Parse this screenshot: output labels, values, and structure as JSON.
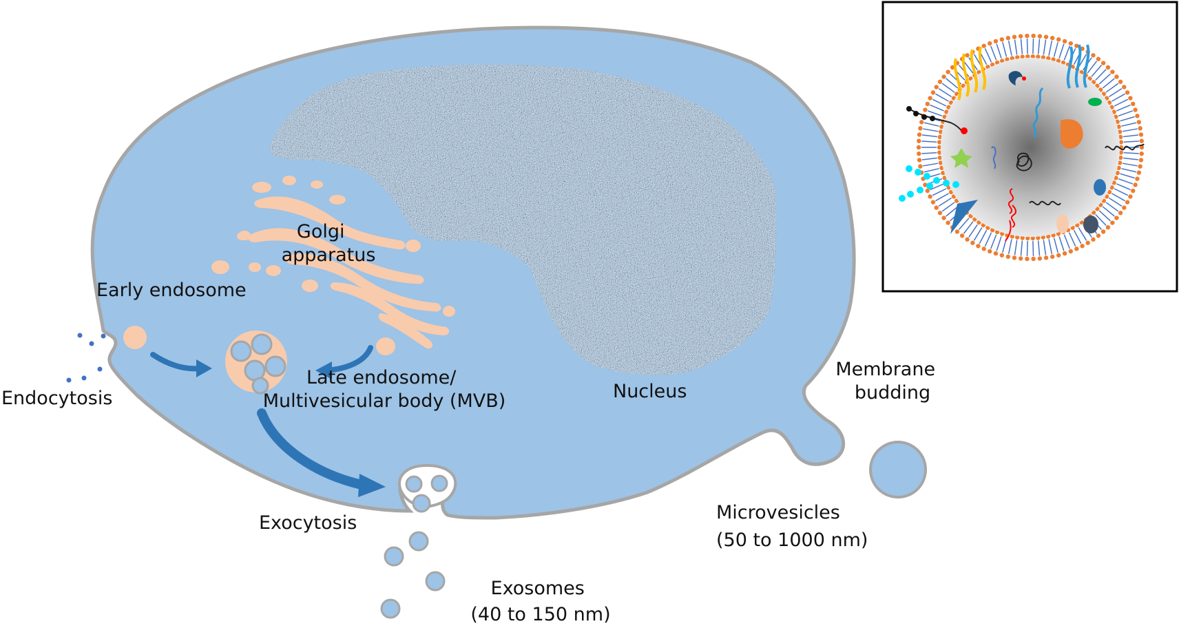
{
  "labels": {
    "golgi_line1": "Golgi",
    "golgi_line2": "apparatus",
    "early_endosome": "Early endosome",
    "endocytosis": "Endocytosis",
    "late_endosome_line1": "Late endosome/",
    "late_endosome_line2": "Multivesicular body (MVB)",
    "nucleus": "Nucleus",
    "membrane_budding_line1": "Membrane",
    "membrane_budding_line2": "budding",
    "exocytosis": "Exocytosis",
    "microvesicles_line1": "Microvesicles",
    "microvesicles_line2": "(50 to 1000 nm)",
    "exosomes_line1": "Exosomes",
    "exosomes_line2": "(40 to 150 nm)"
  },
  "colors": {
    "cytoplasm": "#9dc3e6",
    "membrane": "#a6a6a6",
    "golgi": "#f8cbad",
    "arrow": "#2e75b6",
    "inset_border": "#000000",
    "bilayer_head": "#ed7d31",
    "bilayer_tail": "#4472c4"
  }
}
